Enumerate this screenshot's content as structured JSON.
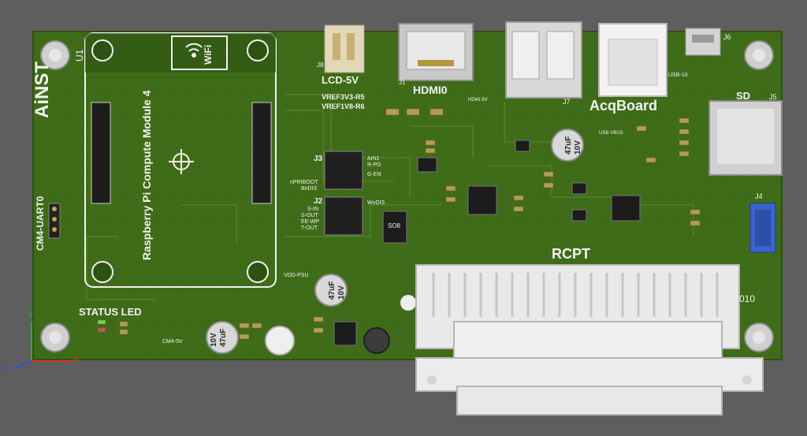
{
  "board": {
    "brand": "AiNST",
    "module_title": "Raspberry Pi Compute Module 4",
    "wifi_label": "WiFi",
    "designator_u1": "U1",
    "connectors": {
      "lcd": "LCD-5V",
      "hdmi": "HDMI0",
      "acq": "AcqBoard",
      "sd": "SD",
      "rcpt": "RCPT",
      "uart": "CM4-UART0",
      "status_led": "STATUS LED",
      "usb": "USB-10",
      "j8": "J8",
      "j1": "J1",
      "j7": "J7",
      "j5": "J5",
      "j6": "J6",
      "j3": "J3",
      "j2": "J2",
      "j4": "J4"
    },
    "signals": {
      "vref3": "VREF3V3-R5",
      "vref1": "VREF1V8-R6",
      "ain1": "AIN1",
      "rpg": "R-PG",
      "gen": "G-EN",
      "wndis": "WnDIS",
      "npriboot": "nPRIBOOT",
      "bndis": "BnDIS",
      "sin": "S-IN",
      "sout": "S-OUT",
      "eewp": "EE-WP",
      "tout": "T-OUT",
      "vddpsu": "VDD-PSU",
      "cm4_5v": "CM4-5V",
      "hdmi_5v": "HDMI-5V",
      "usb_vbus": "USB-VBUS"
    },
    "caps": {
      "ce1_value": "47uF",
      "ce1_voltage": "10V",
      "ce3_value": "47uF",
      "ce3_voltage": "10V",
      "ce4_value": "47uF",
      "ce4_voltage": "10V"
    },
    "parts": {
      "so8": "SO8",
      "d10": "010"
    }
  },
  "axes": {
    "x": "X",
    "y": "Y",
    "z": "Z"
  },
  "colors": {
    "pcb": "#3d6a18",
    "trace": "#356013",
    "silk": "#f2f2f2",
    "background": "#5e5e5e",
    "axis_x": "#e03030",
    "axis_y": "#30b030",
    "axis_z": "#3050e0"
  }
}
